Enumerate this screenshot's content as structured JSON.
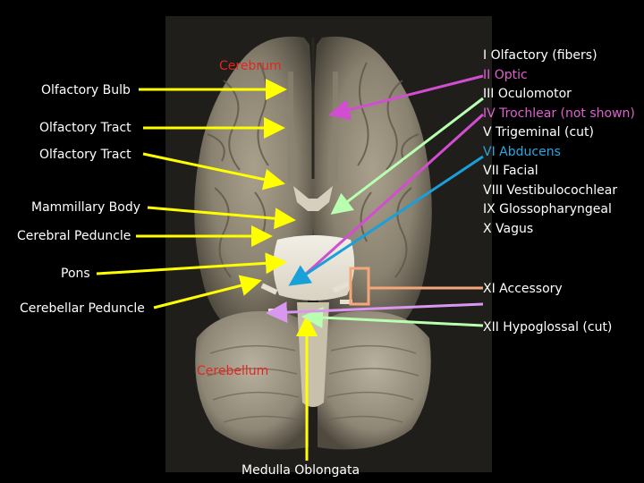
{
  "labels": {
    "cerebrum": "Cerebrum",
    "olfactory_bulb": "Olfactory Bulb",
    "olfactory_tract_1": "Olfactory Tract",
    "olfactory_tract_2": "Olfactory Tract",
    "mammillary_body": "Mammillary Body",
    "cerebral_peduncle": "Cerebral Peduncle",
    "pons": "Pons",
    "cerebellar_peduncle": "Cerebellar Peduncle",
    "cerebellum": "Cerebellum",
    "medulla": "Medulla Oblongata"
  },
  "nerves": [
    {
      "label": "I Olfactory (fibers)",
      "color": "#ffffff"
    },
    {
      "label": "II Optic",
      "color": "#e060d0"
    },
    {
      "label": "III Oculomotor",
      "color": "#ffffff"
    },
    {
      "label": "IV Trochlear (not shown)",
      "color": "#e060d0"
    },
    {
      "label": "V Trigeminal (cut)",
      "color": "#ffffff"
    },
    {
      "label": "VI Abducens",
      "color": "#2aa8e0"
    },
    {
      "label": "VII Facial",
      "color": "#ffffff"
    },
    {
      "label": "VIII Vestibulocochlear",
      "color": "#ffffff"
    },
    {
      "label": "IX Glossopharyngeal",
      "color": "#ffffff"
    },
    {
      "label": "X Vagus",
      "color": "#ffffff"
    }
  ],
  "accessory_label": "XI Accessory",
  "hypoglossal_label": "XII Hypoglossal (cut)",
  "colors": {
    "yellow_leader": "#ffff00",
    "magenta_leader": "#d24ed0",
    "green_leader": "#b8ffb0",
    "blue_leader": "#1aa0d8",
    "orange_bracket": "#f4a87a",
    "lavender_leader": "#d898f0",
    "label_red": "#e0271f"
  }
}
